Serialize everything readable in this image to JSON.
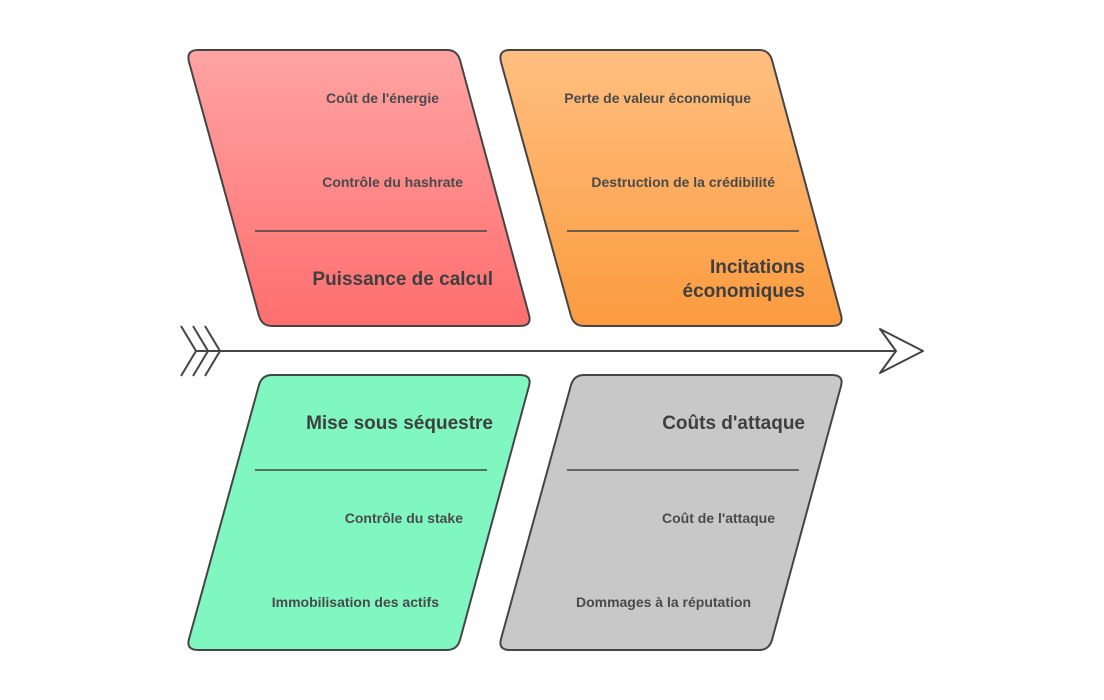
{
  "colors": {
    "red_top": "#ffa3a3",
    "red_bottom": "#ff6e6e",
    "orange_top": "#ffbf80",
    "orange_bottom": "#fb9b3f",
    "green": "#80f7c1",
    "gray": "#c8c8c8",
    "stroke": "#454545",
    "text": "#4a4a4a"
  },
  "categories": [
    {
      "title": "Puissance de calcul",
      "causes": [
        "Coût de l'énergie",
        "Contrôle du hashrate"
      ]
    },
    {
      "title_lines": [
        "Incitations",
        "économiques"
      ],
      "causes": [
        "Perte de valeur économique",
        "Destruction de la crédibilité"
      ]
    },
    {
      "title": "Mise sous séquestre",
      "causes": [
        "Contrôle du stake",
        "Immobilisation des actifs"
      ]
    },
    {
      "title": "Coûts d'attaque",
      "causes": [
        "Coût de l'attaque",
        "Dommages à la réputation"
      ]
    }
  ]
}
